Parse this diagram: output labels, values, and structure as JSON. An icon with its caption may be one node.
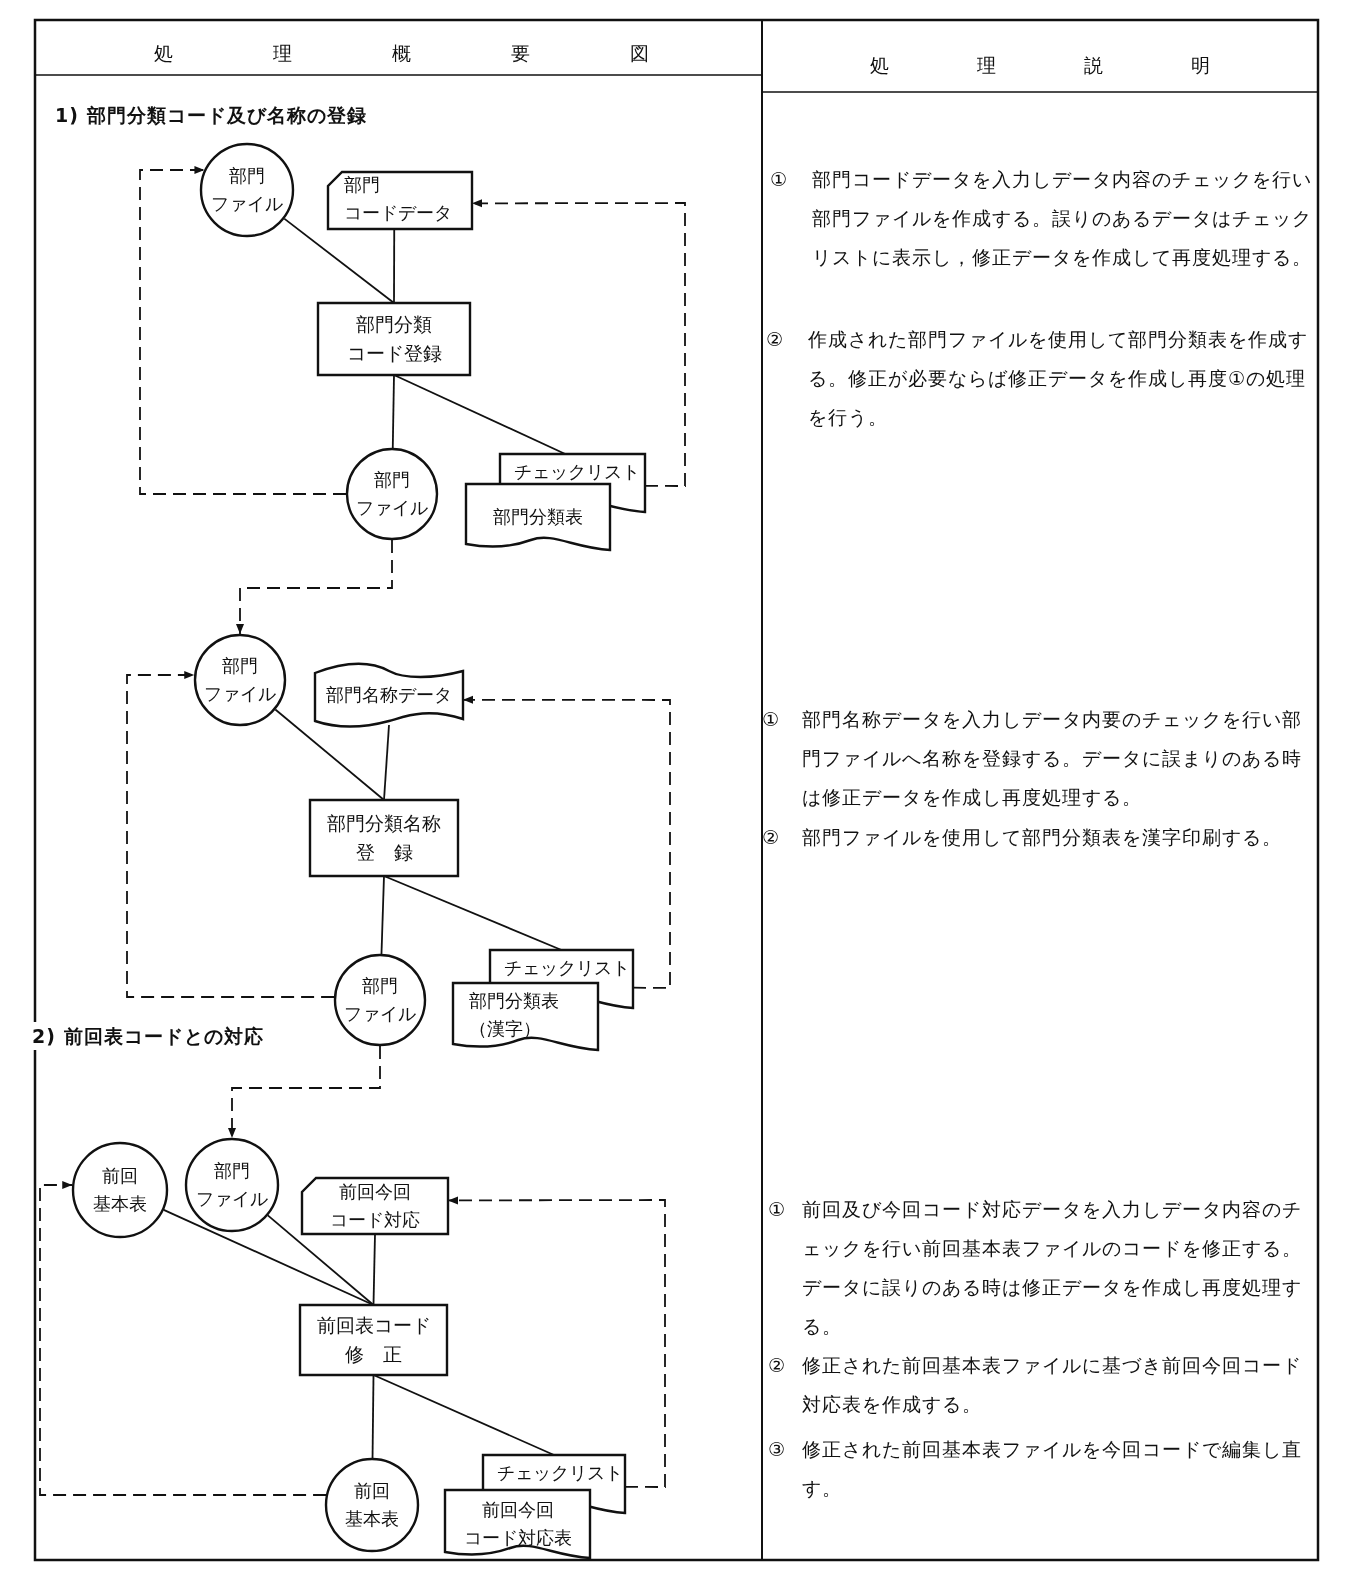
{
  "diagram": {
    "nodes": [
      {
        "text": [
          "部門ファイル"
        ]
      },
      {
        "text": [
          "部門コードデータ"
        ]
      },
      {
        "text": [
          "部門分類コード登録"
        ]
      },
      {
        "text": [
          "部門ファイル"
        ]
      },
      {
        "text": [
          "チェックリスト"
        ]
      },
      {
        "text": [
          "部門分類表"
        ]
      },
      {
        "text": [
          "部門ファイル"
        ]
      },
      {
        "text": [
          "部門名称データ"
        ]
      },
      {
        "text": [
          "部門分類名称登　録"
        ]
      },
      {
        "text": [
          "部門ファイル"
        ]
      },
      {
        "text": [
          "チェックリスト"
        ]
      },
      {
        "text": [
          "部門分類表（漢字）"
        ]
      },
      {
        "text": [
          "前回基本表"
        ]
      },
      {
        "text": [
          "部門ファイル"
        ]
      },
      {
        "text": [
          "前回今回コード対応"
        ]
      },
      {
        "text": [
          "前回表コード修　正"
        ]
      },
      {
        "text": [
          "前回基本表"
        ]
      },
      {
        "text": [
          "チェックリスト"
        ]
      },
      {
        "text": [
          "前回今回コード対応表"
        ]
      }
    ],
    "edges": [
      {
        "from": 0,
        "to": 2,
        "arrow": "none"
      },
      {
        "from": 1,
        "to": 2,
        "arrow": "none"
      },
      {
        "from": 2,
        "to": 3,
        "arrow": "none"
      },
      {
        "from": 2,
        "to": 4,
        "arrow": "none"
      },
      {
        "from": 3,
        "to": 0,
        "arrow": "to",
        "style": "dashed"
      },
      {
        "from": 4,
        "to": 1,
        "arrow": "to",
        "style": "dashed"
      },
      {
        "from": 3,
        "to": 6,
        "arrow": "to",
        "style": "dashed"
      },
      {
        "from": 6,
        "to": 8,
        "arrow": "none"
      },
      {
        "from": 7,
        "to": 8,
        "arrow": "none"
      },
      {
        "from": 8,
        "to": 9,
        "arrow": "none"
      },
      {
        "from": 8,
        "to": 10,
        "arrow": "none"
      },
      {
        "from": 9,
        "to": 6,
        "arrow": "to",
        "style": "dashed"
      },
      {
        "from": 10,
        "to": 7,
        "arrow": "to",
        "style": "dashed"
      },
      {
        "from": 9,
        "to": 13,
        "arrow": "to",
        "style": "dashed"
      },
      {
        "from": 12,
        "to": 15,
        "arrow": "none"
      },
      {
        "from": 13,
        "to": 15,
        "arrow": "none"
      },
      {
        "from": 14,
        "to": 15,
        "arrow": "none"
      },
      {
        "from": 15,
        "to": 16,
        "arrow": "none"
      },
      {
        "from": 15,
        "to": 17,
        "arrow": "none"
      },
      {
        "from": 16,
        "to": 12,
        "arrow": "to",
        "style": "dashed"
      },
      {
        "from": 17,
        "to": 14,
        "arrow": "to",
        "style": "dashed"
      }
    ],
    "labels": [
      "処理概要図",
      "処理説明",
      "1) 部門分類コード及び名称の登録",
      "①",
      "部門コードデータを入力しデータ内容のチェックを行い部門ファイルを作成する。誤りのあるデータはチェックリストに表示し，修正データを作成して再度処理する。",
      "②",
      "作成された部門ファイルを使用して部門分類表を作成する。修正が必要ならば修正データを作成し再度①の処理を行う。",
      "①",
      "部門名称データを入力しデータ内要のチェックを行い部門ファイルへ名称を登録する。データに誤まりのある時は修正データを作成し再度処理する。",
      "②",
      "部門ファイルを使用して部門分類表を漢字印刷する。",
      "2) 前回表コードとの対応",
      "①",
      "前回及び今回コード対応データを入力しデータ内容のチェックを行い前回基本表ファイルのコードを修正する。データに誤りのある時は修正データを作成し再度処理する。",
      "②",
      "修正された前回基本表ファイルに基づき前回今回コード対応表を作成する。",
      "③",
      "修正された前回基本表ファイルを今回コードで編集し直す。"
    ]
  }
}
